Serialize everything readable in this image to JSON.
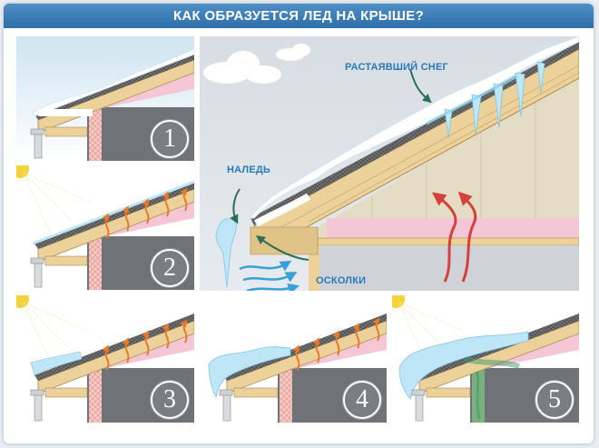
{
  "title": "КАК ОБРАЗУЕТСЯ ЛЕД НА КРЫШЕ?",
  "steps": [
    {
      "number": "1"
    },
    {
      "number": "2"
    },
    {
      "number": "3"
    },
    {
      "number": "4"
    },
    {
      "number": "5"
    }
  ],
  "labels": {
    "melted_snow": "РАСТАЯВШИЙ СНЕГ",
    "ice": "НАЛЕДЬ",
    "shards": "ОСКОЛКИ"
  },
  "colors": {
    "banner": "#3b7fbe",
    "label_text": "#2a7ab8",
    "heat_arrow": "#e8792a",
    "insulation": "#f4c6d6",
    "wood": "#ecd29a",
    "wall": "#6f7378",
    "ice": "#bfe6f7"
  }
}
